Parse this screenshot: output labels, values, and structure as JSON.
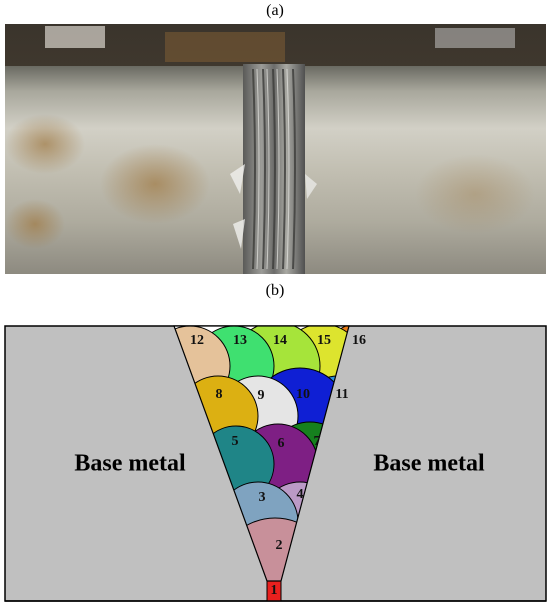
{
  "panels": {
    "a_label": "(a)",
    "b_label": "(b)"
  },
  "diagram": {
    "base_metal_left": "Base metal",
    "base_metal_right": "Base metal",
    "beads": [
      {
        "num": "1",
        "color": "#e8201e"
      },
      {
        "num": "2",
        "color": "#c8909a"
      },
      {
        "num": "3",
        "color": "#7fa3c0"
      },
      {
        "num": "4",
        "color": "#bb9ac6"
      },
      {
        "num": "5",
        "color": "#1f8587"
      },
      {
        "num": "6",
        "color": "#7e1f84"
      },
      {
        "num": "7",
        "color": "#16801e"
      },
      {
        "num": "8",
        "color": "#dcb012"
      },
      {
        "num": "9",
        "color": "#e5e5e5"
      },
      {
        "num": "10",
        "color": "#0f1fd4"
      },
      {
        "num": "11",
        "color": "#2c8fdc"
      },
      {
        "num": "12",
        "color": "#e5c29a"
      },
      {
        "num": "13",
        "color": "#3fe070"
      },
      {
        "num": "14",
        "color": "#a6e43a"
      },
      {
        "num": "15",
        "color": "#dde42e"
      },
      {
        "num": "16",
        "color": "#e87c18"
      }
    ],
    "base_color": "#c0c0c0"
  }
}
